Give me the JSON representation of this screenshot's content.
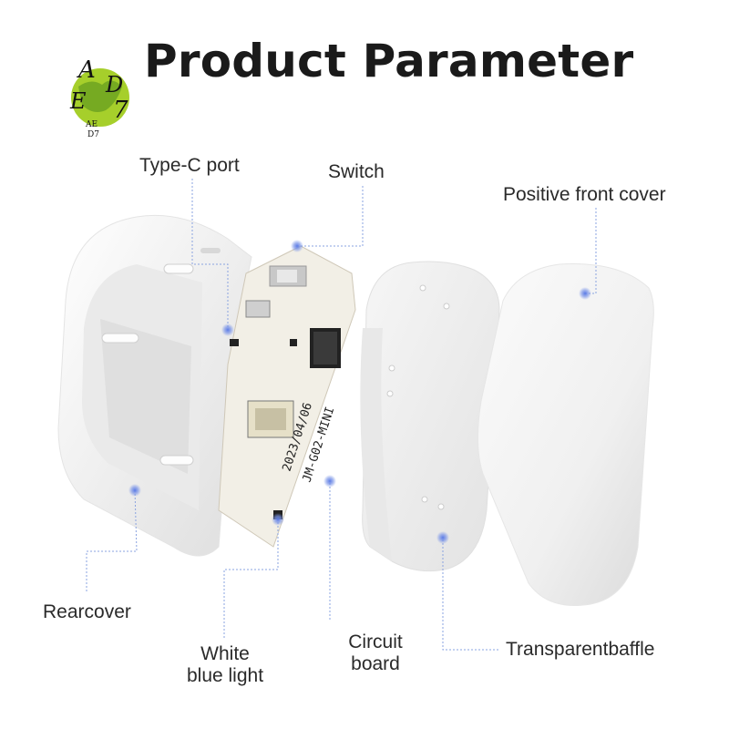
{
  "title": "Product Parameter",
  "logo": {
    "letters": [
      "A",
      "E",
      "D",
      "7"
    ],
    "caption_top": "AE",
    "caption_bottom": "D7"
  },
  "labels": {
    "type_c_port": "Type-C port",
    "switch": "Switch",
    "positive_front_cover": "Positive front cover",
    "rearcover": "Rearcover",
    "white_blue_light_line1": "White",
    "white_blue_light_line2": "blue light",
    "circuit_board_line1": "Circuit",
    "circuit_board_line2": "board",
    "transparent_baffle": "Transparentbaffle"
  },
  "pcb_text": {
    "date": "2023/04/06",
    "model": "JM-G02-MINI"
  },
  "colors": {
    "accent_dot": "#7b95e8",
    "leader_line": "#8aa3e0",
    "title": "#1a1a1a",
    "pcb": "#f2efe6"
  }
}
